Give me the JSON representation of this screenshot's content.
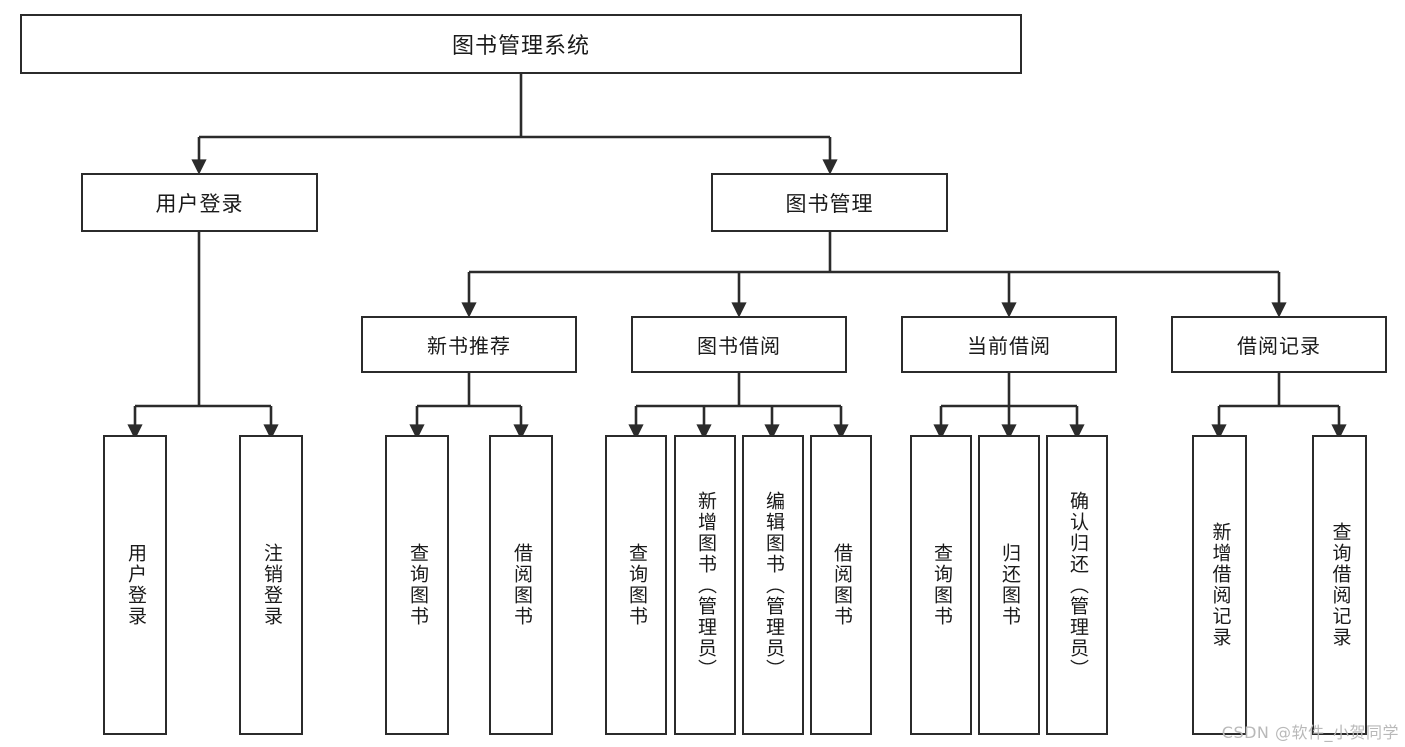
{
  "diagram": {
    "title": "图书管理系统",
    "watermark": "CSDN @软件_小贺同学",
    "colors": {
      "stroke": "#2b2b2b",
      "fill": "#ffffff",
      "text": "#1a1a1a",
      "watermark": "#b9b9b9"
    },
    "nodes": {
      "root": {
        "label": "图书管理系统"
      },
      "user_login": {
        "label": "用户登录"
      },
      "book_manage": {
        "label": "图书管理"
      },
      "new_book_rec": {
        "label": "新书推荐"
      },
      "book_borrow": {
        "label": "图书借阅"
      },
      "current_borrow": {
        "label": "当前借阅"
      },
      "borrow_record": {
        "label": "借阅记录"
      },
      "leaf_user_login": {
        "label": "用户登录"
      },
      "leaf_logout": {
        "label": "注销登录"
      },
      "leaf_query_book_1": {
        "label": "查询图书"
      },
      "leaf_borrow_book_1": {
        "label": "借阅图书"
      },
      "leaf_query_book_2": {
        "label": "查询图书"
      },
      "leaf_add_book": {
        "label": "新增图书（管理员）"
      },
      "leaf_edit_book": {
        "label": "编辑图书（管理员）"
      },
      "leaf_borrow_book_2": {
        "label": "借阅图书"
      },
      "leaf_query_book_3": {
        "label": "查询图书"
      },
      "leaf_return_book": {
        "label": "归还图书"
      },
      "leaf_confirm_return": {
        "label": "确认归还（管理员）"
      },
      "leaf_add_record": {
        "label": "新增借阅记录"
      },
      "leaf_query_record": {
        "label": "查询借阅记录"
      }
    }
  },
  "chart_data": {
    "type": "diagram",
    "subtype": "tree-hierarchy",
    "title": "图书管理系统",
    "orientation": "top-down",
    "edge_style": "orthogonal-with-arrowheads",
    "levels": 4,
    "tree": {
      "label": "图书管理系统",
      "children": [
        {
          "label": "用户登录",
          "children": [
            {
              "label": "用户登录"
            },
            {
              "label": "注销登录"
            }
          ]
        },
        {
          "label": "图书管理",
          "children": [
            {
              "label": "新书推荐",
              "children": [
                {
                  "label": "查询图书"
                },
                {
                  "label": "借阅图书"
                }
              ]
            },
            {
              "label": "图书借阅",
              "children": [
                {
                  "label": "查询图书"
                },
                {
                  "label": "新增图书（管理员）"
                },
                {
                  "label": "编辑图书（管理员）"
                },
                {
                  "label": "借阅图书"
                }
              ]
            },
            {
              "label": "当前借阅",
              "children": [
                {
                  "label": "查询图书"
                },
                {
                  "label": "归还图书"
                },
                {
                  "label": "确认归还（管理员）"
                }
              ]
            },
            {
              "label": "借阅记录",
              "children": [
                {
                  "label": "新增借阅记录"
                },
                {
                  "label": "查询借阅记录"
                }
              ]
            }
          ]
        }
      ]
    }
  }
}
